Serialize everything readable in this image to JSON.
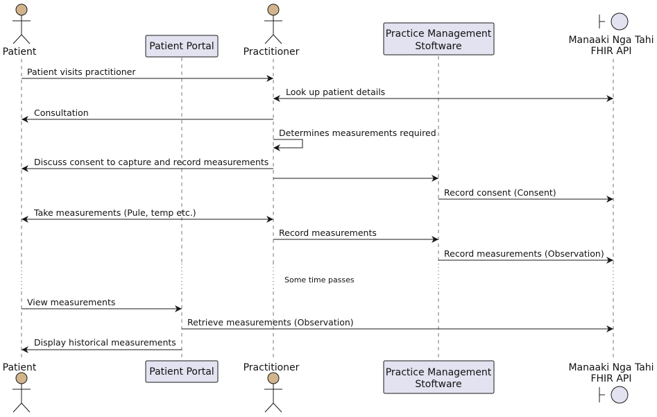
{
  "participants": {
    "patient": "Patient",
    "portal": "Patient Portal",
    "practitioner": "Practitioner",
    "pms": [
      "Practice Management",
      "Stoftware"
    ],
    "fhir": [
      "Manaaki Nga Tahi",
      "FHIR API"
    ]
  },
  "messages": [
    "Patient visits practitioner",
    "Look up patient details",
    "Consultation",
    "Determines measurements required",
    "Discuss consent to capture and record measurements",
    "",
    "Record consent (Consent)",
    "Take measurements (Pule, temp etc.)",
    "Record measurements",
    "Record measurements (Observation)",
    "View measurements",
    "Retrieve measurements (Observation)",
    "Display historical measurements"
  ],
  "divider": "Some time passes"
}
